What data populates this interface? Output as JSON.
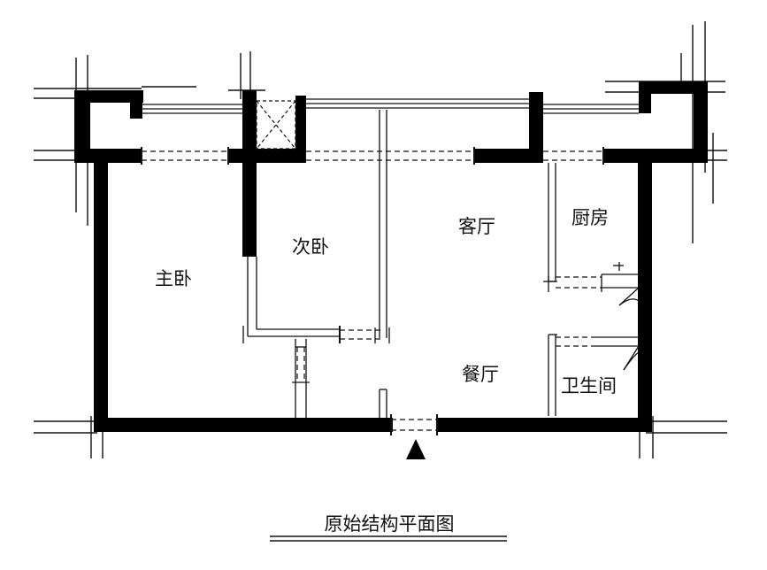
{
  "rooms": {
    "master_bedroom": "主卧",
    "second_bedroom": "次卧",
    "living_room": "客厅",
    "kitchen": "厨房",
    "dining_room": "餐厅",
    "bathroom": "卫生间"
  },
  "caption": "原始结构平面图",
  "colors": {
    "wall": "#000000",
    "line": "#111111",
    "background": "#ffffff"
  },
  "icons": {
    "entrance": "entrance-arrow-icon",
    "shaft": "shaft-cross-icon"
  }
}
